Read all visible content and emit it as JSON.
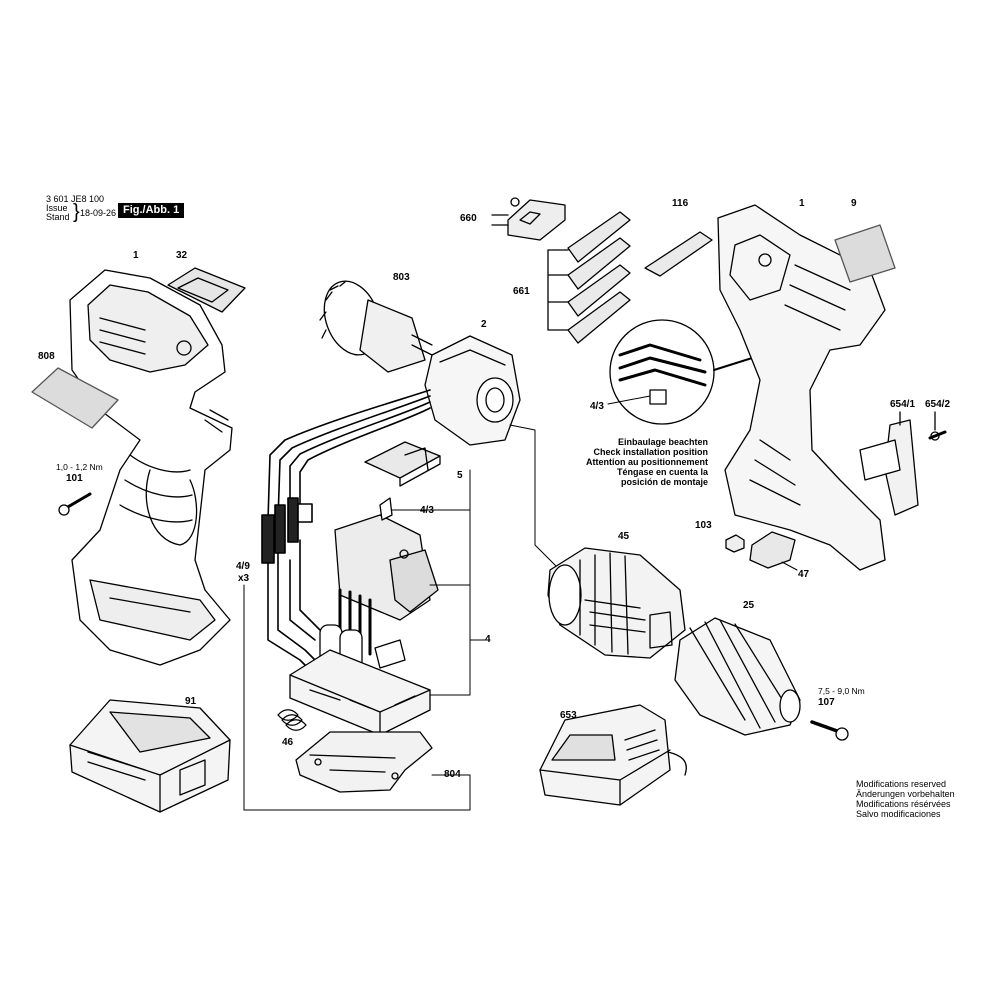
{
  "header": {
    "doc_number": "3 601 JE8 100",
    "issue_label": "Issue",
    "stand_label": "Stand",
    "issue_date": "18-09-26",
    "figure_label": "Fig./Abb. 1"
  },
  "callouts": {
    "p1_left": "1",
    "p32": "32",
    "p808": "808",
    "torque_101": "1,0 - 1,2 Nm",
    "p101": "101",
    "p803": "803",
    "p2": "2",
    "p5": "5",
    "p4_3_mid": "4/3",
    "p4_9": "4/9",
    "x3": "x3",
    "p4": "4",
    "p46": "46",
    "p804": "804",
    "p91": "91",
    "p660": "660",
    "p661": "661",
    "p116": "116",
    "p1_right": "1",
    "p9": "9",
    "p4_3_right": "4/3",
    "p654_1": "654/1",
    "p654_2": "654/2",
    "p103": "103",
    "p47": "47",
    "p45": "45",
    "p25": "25",
    "torque_107": "7,5 - 9,0 Nm",
    "p107": "107",
    "p653": "653"
  },
  "install_note": [
    "Einbaulage beachten",
    "Check installation position",
    "Attention au positionnement",
    "Téngase en cuenta la",
    "posición de montaje"
  ],
  "modifications": [
    "Modifications reserved",
    "Änderungen vorbehalten",
    "Modifications résérvées",
    "Salvo modificaciones"
  ],
  "colors": {
    "ink": "#000000",
    "paper": "#ffffff",
    "shade": "#d9d9d9"
  }
}
